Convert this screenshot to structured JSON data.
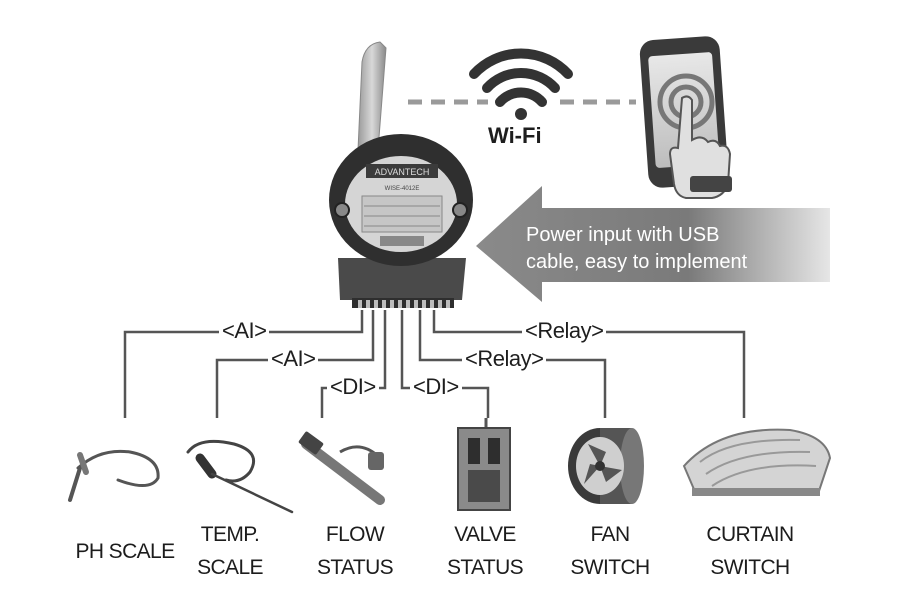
{
  "wifi": {
    "label": "Wi-Fi"
  },
  "power": {
    "line1": "Power input with USB",
    "line2": "cable, easy to implement"
  },
  "connections": [
    {
      "id": "ai-1",
      "label": "<AI>"
    },
    {
      "id": "ai-2",
      "label": "<AI>"
    },
    {
      "id": "di-1",
      "label": "<DI>"
    },
    {
      "id": "di-2",
      "label": "<DI>"
    },
    {
      "id": "relay-1",
      "label": "<Relay>"
    },
    {
      "id": "relay-2",
      "label": "<Relay>"
    }
  ],
  "devices": [
    {
      "id": "ph-scale",
      "lines": [
        "PH SCALE"
      ]
    },
    {
      "id": "temp-scale",
      "lines": [
        "TEMP.",
        "SCALE"
      ]
    },
    {
      "id": "flow-status",
      "lines": [
        "FLOW",
        "STATUS"
      ]
    },
    {
      "id": "valve-status",
      "lines": [
        "VALVE",
        "STATUS"
      ]
    },
    {
      "id": "fan-switch",
      "lines": [
        "FAN",
        "SWITCH"
      ]
    },
    {
      "id": "curtain-switch",
      "lines": [
        "CURTAIN",
        "SWITCH"
      ]
    }
  ],
  "module": {
    "brand": "ADVANTECH",
    "model": "WISE-4012E"
  },
  "colors": {
    "line": "#555555",
    "arrow": "#7a7a7a",
    "module": "#3a3a3a",
    "device": "#6a6a6a"
  }
}
